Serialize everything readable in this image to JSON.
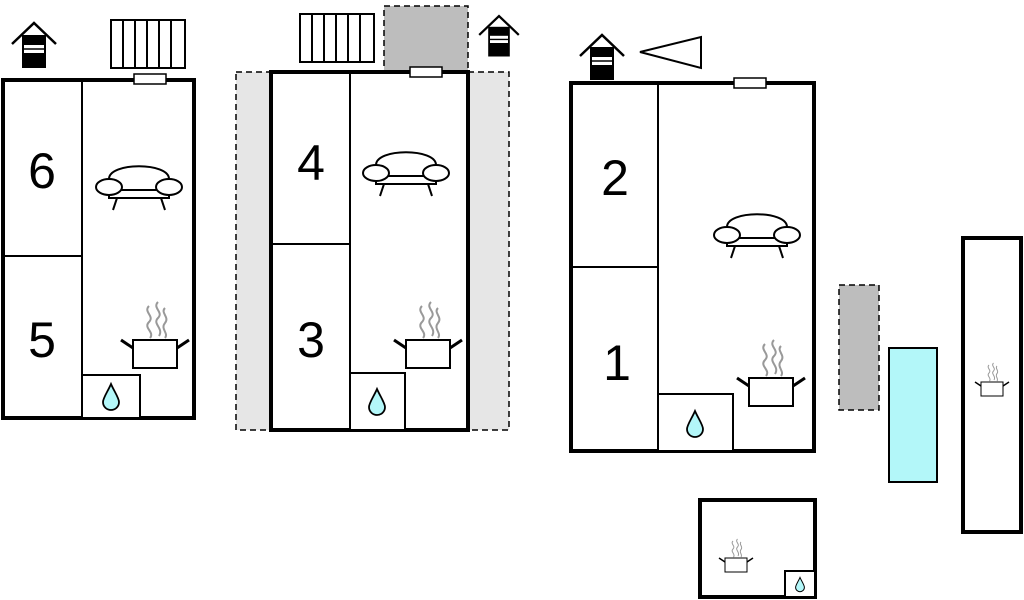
{
  "rooms": {
    "r1": "1",
    "r2": "2",
    "r3": "3",
    "r4": "4",
    "r5": "5",
    "r6": "6"
  },
  "colors": {
    "wall": "#000000",
    "terrace": "#e6e6e6",
    "gray_area": "#bdbdbd",
    "pool": "#b3f7f9",
    "water": "#b3f7f9",
    "steam": "#999999"
  },
  "icons": [
    "house-icon",
    "fence-icon",
    "sofa-icon",
    "cooking-pot-icon",
    "water-drop-icon",
    "window-icon",
    "triangle-flag-icon"
  ]
}
